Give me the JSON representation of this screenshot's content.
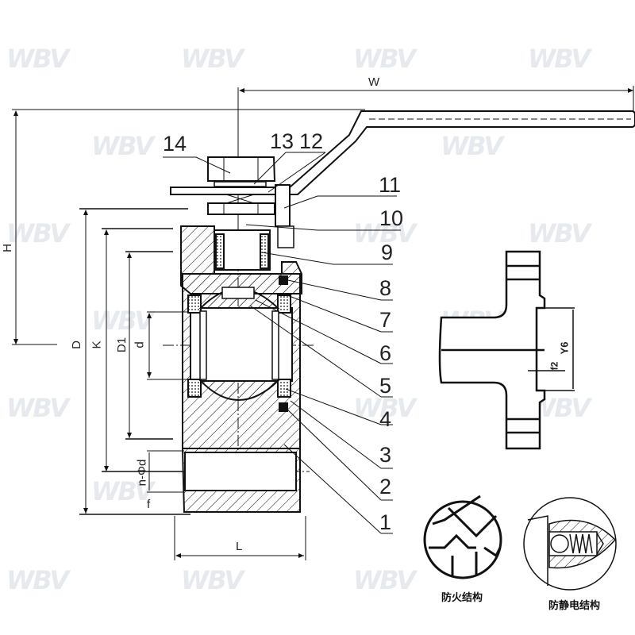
{
  "diagram": {
    "type": "ball-valve-cross-section",
    "watermark_text": "WBV",
    "part_numbers": [
      "14",
      "13",
      "12",
      "11",
      "10",
      "9",
      "8",
      "7",
      "6",
      "5",
      "4",
      "3",
      "2",
      "1"
    ],
    "callouts": {
      "p1": "1",
      "p2": "2",
      "p3": "3",
      "p4": "4",
      "p5": "5",
      "p6": "6",
      "p7": "7",
      "p8": "8",
      "p9": "9",
      "p10": "10",
      "p11": "11",
      "p12": "12",
      "p13": "13",
      "p14": "14"
    },
    "dimensions": {
      "W": "W",
      "H": "H",
      "D": "D",
      "K": "K",
      "D1": "D1",
      "d": "d",
      "n_phi_d": "n-Φd",
      "f": "f",
      "L": "L"
    },
    "flange_detail": {
      "labels": {
        "Y6": "Y6",
        "f2": "f2"
      }
    },
    "detail_views": [
      {
        "id": "fireproof",
        "caption": "防火结构"
      },
      {
        "id": "antistatic",
        "caption": "防静电结构"
      }
    ],
    "colors": {
      "line": "#111111",
      "watermark": "#e6eaee",
      "background": "#ffffff"
    }
  }
}
